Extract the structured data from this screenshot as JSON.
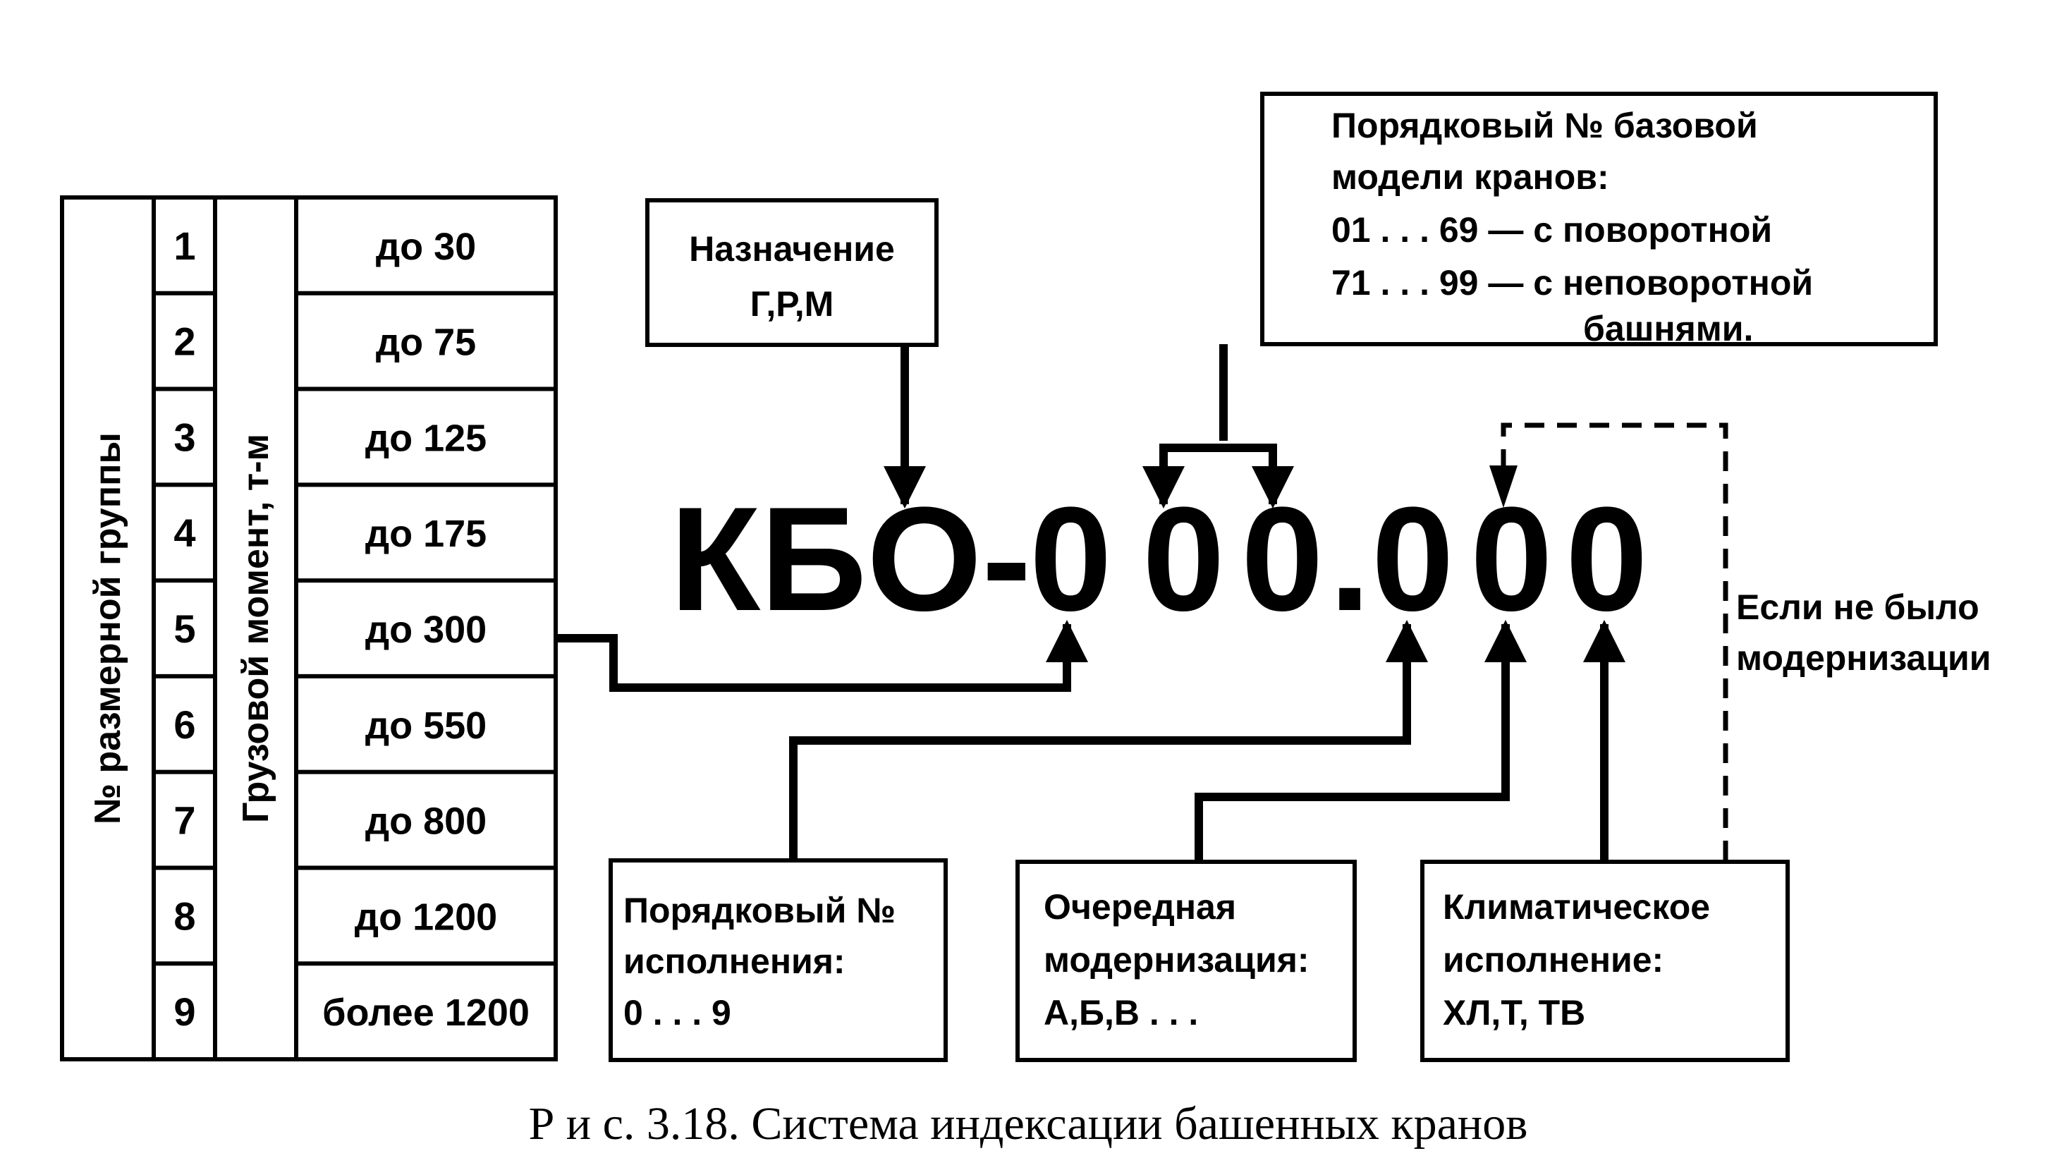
{
  "table": {
    "group_header": "№ размерной группы",
    "moment_header": "Грузовой момент, т-м",
    "rows": [
      {
        "n": "1",
        "v": "до 30"
      },
      {
        "n": "2",
        "v": "до 75"
      },
      {
        "n": "3",
        "v": "до 125"
      },
      {
        "n": "4",
        "v": "до 175"
      },
      {
        "n": "5",
        "v": "до 300"
      },
      {
        "n": "6",
        "v": "до 550"
      },
      {
        "n": "7",
        "v": "до 800"
      },
      {
        "n": "8",
        "v": "до 1200"
      },
      {
        "n": "9",
        "v": "более 1200"
      }
    ]
  },
  "index_code": {
    "prefix": "КБО-",
    "digit": "0",
    "dot": "."
  },
  "purpose_box": {
    "line1": "Назначение",
    "line2": "Г,Р,М"
  },
  "base_model_box": {
    "line1": "Порядковый № базовой",
    "line2": "модели кранов:",
    "line3": "01 . . . 69 — с поворотной",
    "line4": "71 . . . 99 — с неповоротной",
    "line5": "башнями."
  },
  "execution_box": {
    "line1": "Порядковый №",
    "line2": "исполнения:",
    "line3": "0 . . . 9"
  },
  "modernization_box": {
    "line1": "Очередная",
    "line2": "модернизация:",
    "line3": "А,Б,В . . ."
  },
  "climate_box": {
    "line1": "Климатическое",
    "line2": "исполнение:",
    "line3": "ХЛ,Т, ТВ"
  },
  "no_modernization_note": {
    "line1": "Если не было",
    "line2": "модернизации"
  },
  "caption": "Р и с. 3.18. Система индексации башенных кранов"
}
